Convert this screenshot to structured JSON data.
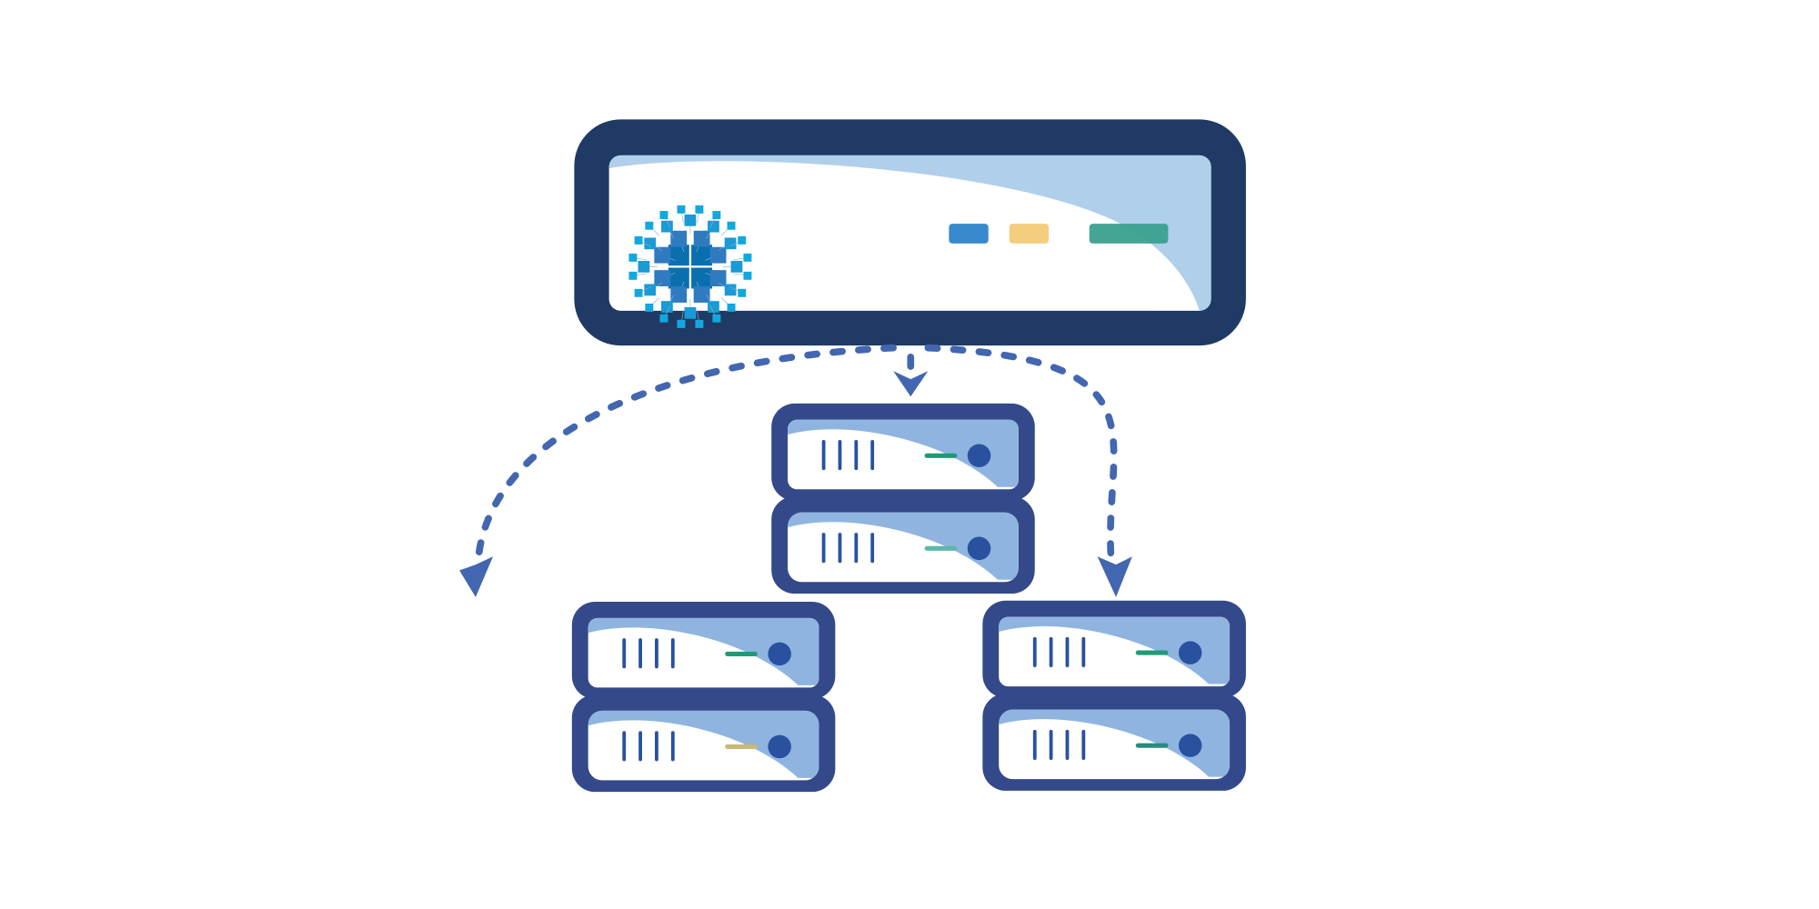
{
  "colors": {
    "background": "#ffffff",
    "main_frame": "#1f3a64",
    "main_swoosh": "#b0cfeb",
    "server_frame": "#33498a",
    "server_swoosh": "#8fb4e0",
    "arrow": "#4267b0",
    "led_blue": "#3889cc",
    "led_yellow": "#f4cd7e",
    "led_green": "#3aa08f",
    "button": "#2951a0"
  },
  "diagram": {
    "main_node_icon": "network-globe-icon",
    "main_indicators": [
      "blue",
      "yellow",
      "green"
    ],
    "server_stacks": [
      {
        "name": "center",
        "unit_status_colors": [
          "#1f9a77",
          "#5fb7a8"
        ]
      },
      {
        "name": "left",
        "unit_status_colors": [
          "#1f9a77",
          "#c9b878"
        ]
      },
      {
        "name": "right",
        "unit_status_colors": [
          "#1f9a77",
          "#2a8a80"
        ]
      }
    ]
  }
}
